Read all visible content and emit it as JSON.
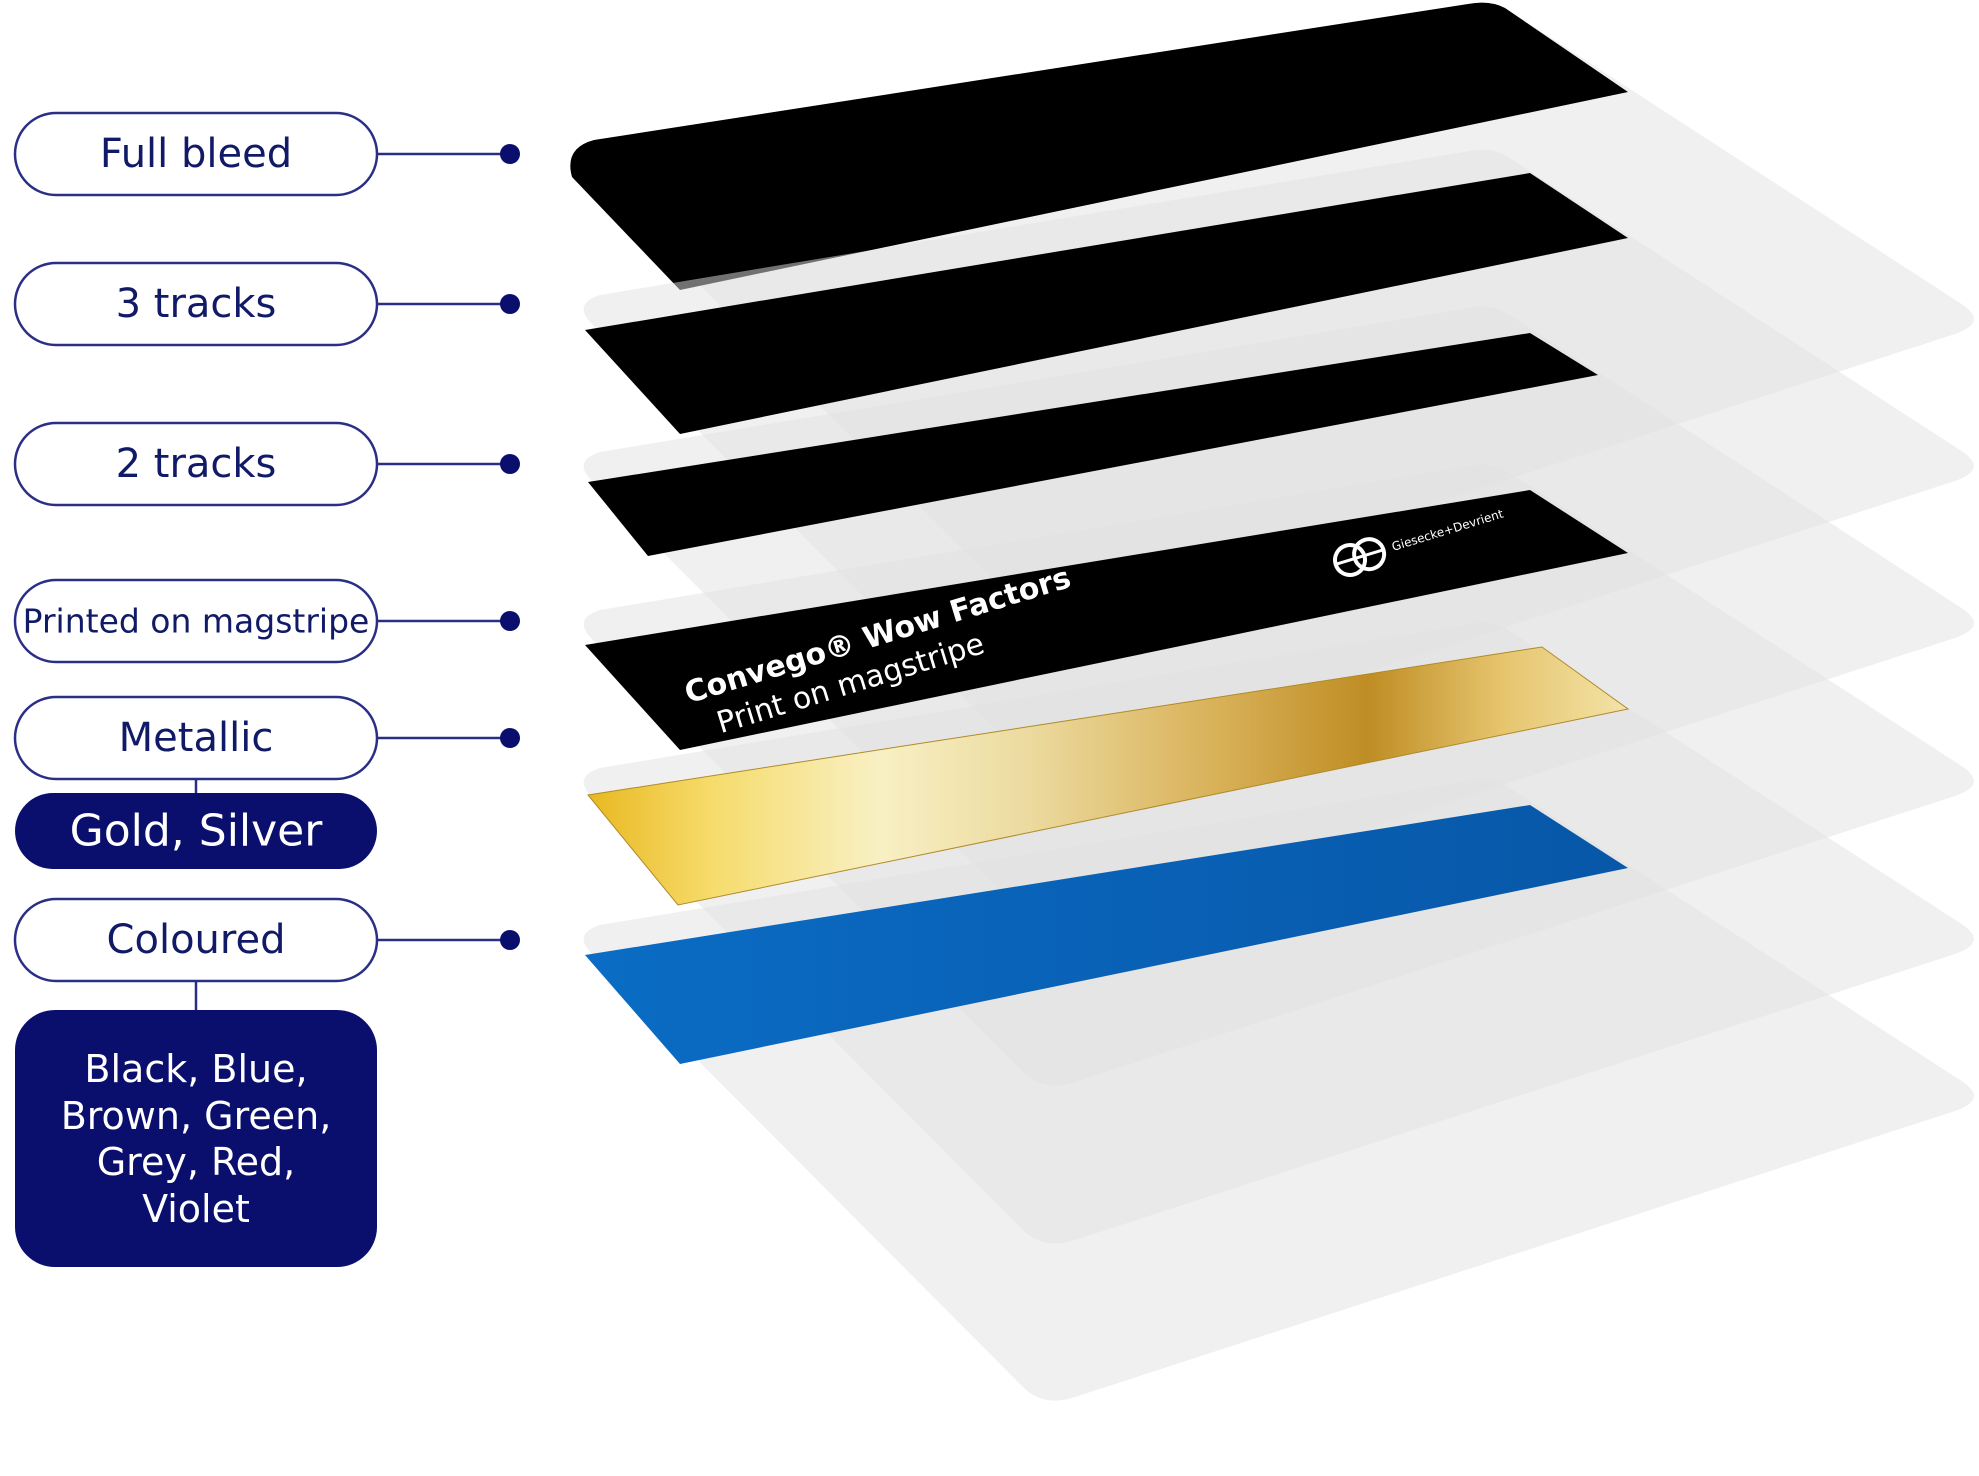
{
  "labels": [
    {
      "id": "full-bleed",
      "text": "Full bleed"
    },
    {
      "id": "3-tracks",
      "text": "3 tracks"
    },
    {
      "id": "2-tracks",
      "text": "2 tracks"
    },
    {
      "id": "printed-on-magstripe",
      "text": "Printed on magstripe"
    },
    {
      "id": "metallic",
      "text": "Metallic",
      "options": [
        "Gold, Silver"
      ]
    },
    {
      "id": "coloured",
      "text": "Coloured",
      "options": [
        "Black, Blue,",
        "Brown, Green,",
        "Grey, Red,",
        "Violet"
      ]
    }
  ],
  "stripe_print": {
    "title": "Convego® Wow Factors",
    "subtitle": "Print on magstripe",
    "brand": "Giesecke+Devrient"
  },
  "colors": {
    "navy": "#0a0f6e",
    "label_text": "#111a66",
    "magstripe_black": "#000000",
    "magstripe_blue": "#0a68bd",
    "gold": "#d7a73a",
    "card": "#e6e6e6"
  }
}
